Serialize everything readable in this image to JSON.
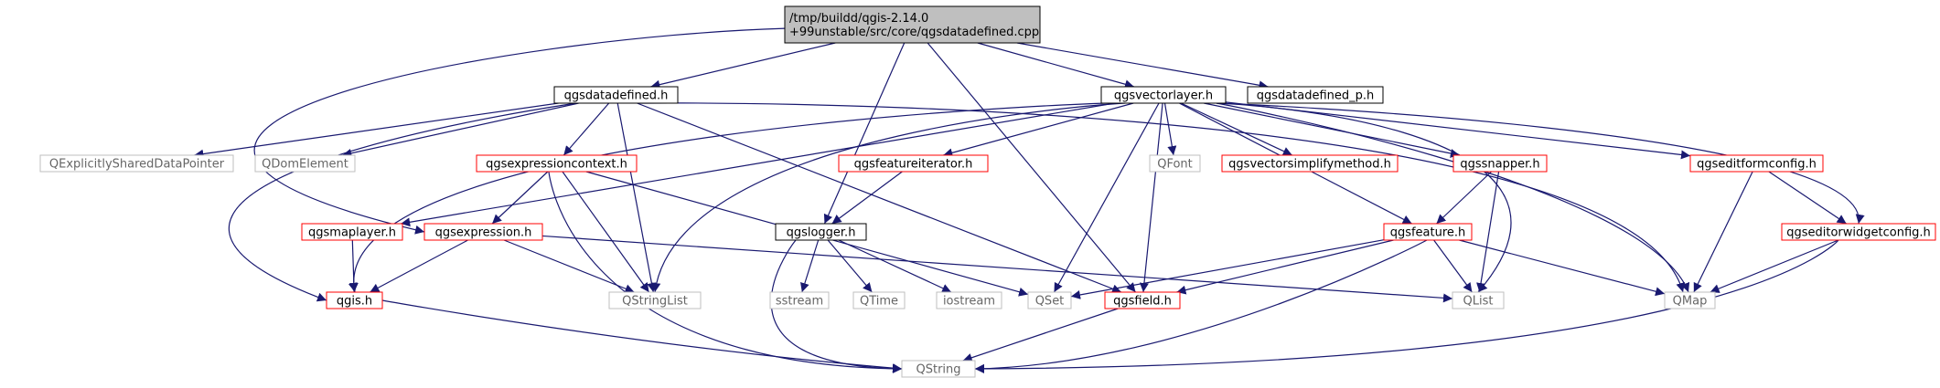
{
  "graph": {
    "colors": {
      "edge": "#191970",
      "root_fill": "#bfbfbf",
      "documented_border": "#000000",
      "undocumented_border": "#ff0000",
      "external_border": "#bfbfbf",
      "external_text": "#666666"
    },
    "nodes": [
      {
        "id": "root",
        "lines": [
          "/tmp/buildd/qgis-2.14.0",
          "+99unstable/src/core/qgsdatadefined.cpp"
        ],
        "style": "root"
      },
      {
        "id": "qgsdatadefined_h",
        "lines": [
          "qgsdatadefined.h"
        ],
        "style": "documented"
      },
      {
        "id": "qgsvectorlayer_h",
        "lines": [
          "qgsvectorlayer.h"
        ],
        "style": "documented"
      },
      {
        "id": "qgsdatadefined_p_h",
        "lines": [
          "qgsdatadefined_p.h"
        ],
        "style": "documented"
      },
      {
        "id": "qexplicitlyshareddatapointer",
        "lines": [
          "QExplicitlySharedDataPointer"
        ],
        "style": "external"
      },
      {
        "id": "qdomelement",
        "lines": [
          "QDomElement"
        ],
        "style": "external"
      },
      {
        "id": "qgsexpressioncontext_h",
        "lines": [
          "qgsexpressioncontext.h"
        ],
        "style": "undocumented"
      },
      {
        "id": "qgsfeatureiterator_h",
        "lines": [
          "qgsfeatureiterator.h"
        ],
        "style": "undocumented"
      },
      {
        "id": "qfont",
        "lines": [
          "QFont"
        ],
        "style": "external"
      },
      {
        "id": "qgsvectorsimplifymethod_h",
        "lines": [
          "qgsvectorsimplifymethod.h"
        ],
        "style": "undocumented"
      },
      {
        "id": "qgssnapper_h",
        "lines": [
          "qgssnapper.h"
        ],
        "style": "undocumented"
      },
      {
        "id": "qgseditformconfig_h",
        "lines": [
          "qgseditformconfig.h"
        ],
        "style": "undocumented"
      },
      {
        "id": "qgsmaplayer_h",
        "lines": [
          "qgsmaplayer.h"
        ],
        "style": "undocumented"
      },
      {
        "id": "qgsexpression_h",
        "lines": [
          "qgsexpression.h"
        ],
        "style": "undocumented"
      },
      {
        "id": "qgslogger_h",
        "lines": [
          "qgslogger.h"
        ],
        "style": "documented"
      },
      {
        "id": "qgsfeature_h",
        "lines": [
          "qgsfeature.h"
        ],
        "style": "undocumented"
      },
      {
        "id": "qgseditorwidgetconfig_h",
        "lines": [
          "qgseditorwidgetconfig.h"
        ],
        "style": "undocumented"
      },
      {
        "id": "qgis_h",
        "lines": [
          "qgis.h"
        ],
        "style": "undocumented"
      },
      {
        "id": "qstringlist",
        "lines": [
          "QStringList"
        ],
        "style": "external"
      },
      {
        "id": "sstream",
        "lines": [
          "sstream"
        ],
        "style": "external"
      },
      {
        "id": "qtime",
        "lines": [
          "QTime"
        ],
        "style": "external"
      },
      {
        "id": "iostream",
        "lines": [
          "iostream"
        ],
        "style": "external"
      },
      {
        "id": "qset",
        "lines": [
          "QSet"
        ],
        "style": "external"
      },
      {
        "id": "qgsfield_h",
        "lines": [
          "qgsfield.h"
        ],
        "style": "undocumented"
      },
      {
        "id": "qlist",
        "lines": [
          "QList"
        ],
        "style": "external"
      },
      {
        "id": "qmap",
        "lines": [
          "QMap"
        ],
        "style": "external"
      },
      {
        "id": "qstring",
        "lines": [
          "QString"
        ],
        "style": "external"
      }
    ],
    "edges": [
      [
        "root",
        "qgsdatadefined_h"
      ],
      [
        "root",
        "qgsvectorlayer_h"
      ],
      [
        "root",
        "qgsdatadefined_p_h"
      ],
      [
        "root",
        "qgslogger_h"
      ],
      [
        "root",
        "qgsfield_h"
      ],
      [
        "root",
        "qgsexpression_h"
      ],
      [
        "qgsdatadefined_h",
        "qexplicitlyshareddatapointer"
      ],
      [
        "qgsdatadefined_h",
        "qdomelement"
      ],
      [
        "qgsdatadefined_h",
        "qgsexpressioncontext_h"
      ],
      [
        "qgsdatadefined_h",
        "qstringlist"
      ],
      [
        "qgsdatadefined_h",
        "qgsfield_h"
      ],
      [
        "qgsdatadefined_h",
        "qgis_h"
      ],
      [
        "qgsdatadefined_h",
        "qmap"
      ],
      [
        "qgsvectorlayer_h",
        "qgsfeatureiterator_h"
      ],
      [
        "qgsvectorlayer_h",
        "qfont"
      ],
      [
        "qgsvectorlayer_h",
        "qgsvectorsimplifymethod_h"
      ],
      [
        "qgsvectorlayer_h",
        "qgssnapper_h"
      ],
      [
        "qgsvectorlayer_h",
        "qgseditformconfig_h"
      ],
      [
        "qgsvectorlayer_h",
        "qgseditorwidgetconfig_h"
      ],
      [
        "qgsvectorlayer_h",
        "qgsmaplayer_h"
      ],
      [
        "qgsvectorlayer_h",
        "qgis_h"
      ],
      [
        "qgsvectorlayer_h",
        "qstringlist"
      ],
      [
        "qgsvectorlayer_h",
        "qset"
      ],
      [
        "qgsvectorlayer_h",
        "qgsfield_h"
      ],
      [
        "qgsvectorlayer_h",
        "qgsfeature_h"
      ],
      [
        "qgsvectorlayer_h",
        "qlist"
      ],
      [
        "qgsvectorlayer_h",
        "qmap"
      ],
      [
        "qgsexpressioncontext_h",
        "qgsexpression_h"
      ],
      [
        "qgsexpressioncontext_h",
        "qstringlist"
      ],
      [
        "qgsexpressioncontext_h",
        "qset"
      ],
      [
        "qgsexpressioncontext_h",
        "qstring"
      ],
      [
        "qgsfeatureiterator_h",
        "qgslogger_h"
      ],
      [
        "qgssnapper_h",
        "qgsfeature_h"
      ],
      [
        "qgssnapper_h",
        "qlist"
      ],
      [
        "qgseditformconfig_h",
        "qgseditorwidgetconfig_h"
      ],
      [
        "qgseditformconfig_h",
        "qmap"
      ],
      [
        "qgsmaplayer_h",
        "qgis_h"
      ],
      [
        "qgsexpression_h",
        "qgis_h"
      ],
      [
        "qgsexpression_h",
        "qstringlist"
      ],
      [
        "qgsexpression_h",
        "qlist"
      ],
      [
        "qgslogger_h",
        "sstream"
      ],
      [
        "qgslogger_h",
        "qtime"
      ],
      [
        "qgslogger_h",
        "iostream"
      ],
      [
        "qgslogger_h",
        "qstring"
      ],
      [
        "qgsfeature_h",
        "qset"
      ],
      [
        "qgsfeature_h",
        "qgsfield_h"
      ],
      [
        "qgsfeature_h",
        "qlist"
      ],
      [
        "qgsfeature_h",
        "qmap"
      ],
      [
        "qgsfeature_h",
        "qstring"
      ],
      [
        "qgseditorwidgetconfig_h",
        "qmap"
      ],
      [
        "qgseditorwidgetconfig_h",
        "qstring"
      ],
      [
        "qgis_h",
        "qstring"
      ],
      [
        "qgsfield_h",
        "qstring"
      ]
    ]
  }
}
